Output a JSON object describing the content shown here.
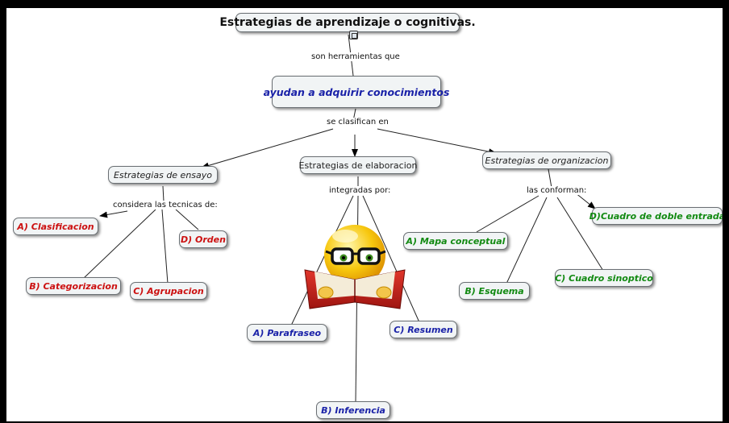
{
  "root": "Estrategias de aprendizaje o cognitivas.",
  "main_concept": "ayudan a adquirir conocimientos",
  "link_root_main": "son herramientas que",
  "link_main_cats": "se clasifican en",
  "categories": {
    "ensayo": {
      "label": "Estrategias de ensayo",
      "link": "considera las tecnicas de:",
      "items": [
        "A) Clasificacion",
        "B) Categorizacion",
        "C) Agrupacion",
        "D) Orden"
      ]
    },
    "elaboracion": {
      "label": "Estrategias de elaboracion",
      "link": "integradas por:",
      "items": [
        "A) Parafraseo",
        "B) Inferencia",
        "C) Resumen"
      ]
    },
    "organizacion": {
      "label": "Estrategias de organizacion",
      "link": "las conforman:",
      "items": [
        "A) Mapa conceptual",
        "B) Esquema",
        "C) Cuadro sinoptico",
        "D)Cuadro de doble entrada"
      ]
    }
  },
  "colors": {
    "ensayo_items": "#cc1111",
    "elaboracion_items": "#1a22a8",
    "organizacion_items": "#128a12",
    "node_fill": "#f1f4f5"
  },
  "icons": [
    "expand-icon",
    "reading-emoji-icon"
  ]
}
